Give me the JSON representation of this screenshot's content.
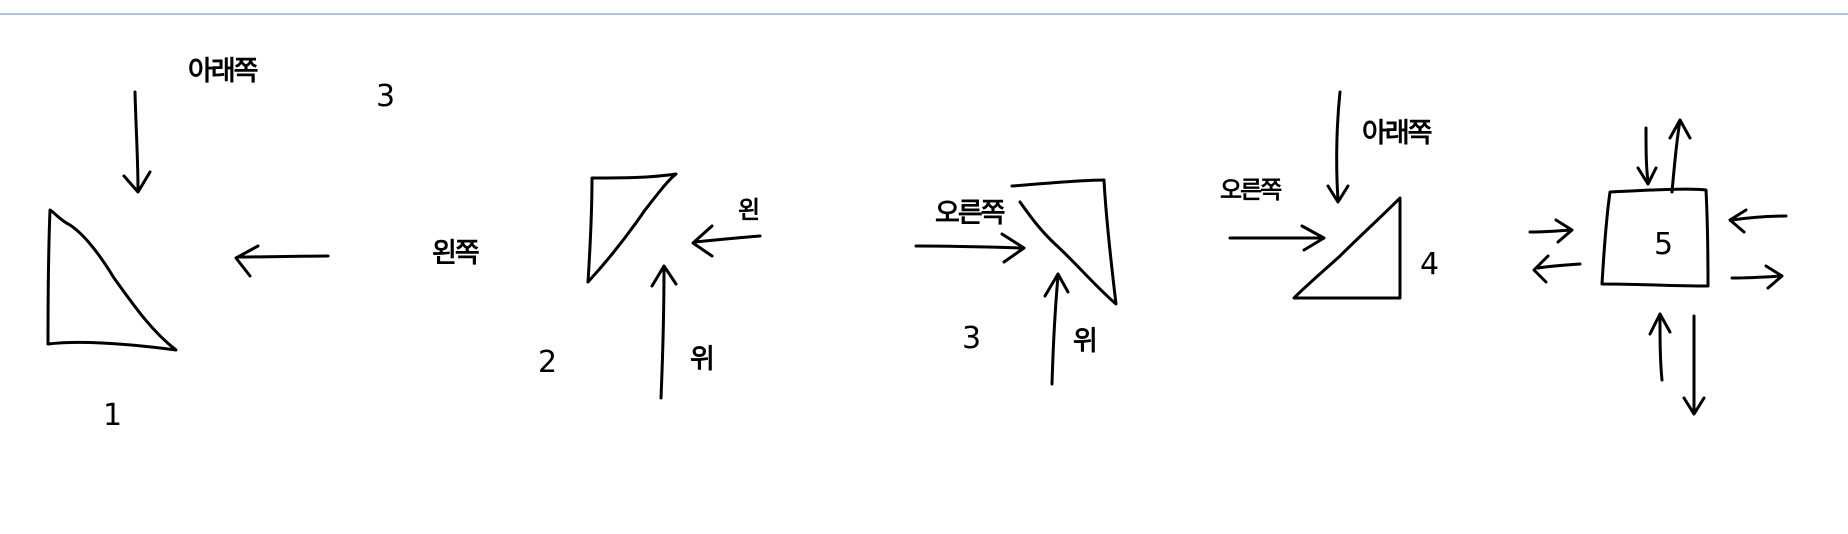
{
  "labels": {
    "down_1": "아래쪽",
    "num_top": "3",
    "left_word": "왼쪽",
    "num_1": "1",
    "left_short": "왼",
    "up_2": "위",
    "num_2": "2",
    "right_word": "오른쪽",
    "up_3": "위",
    "num_3": "3",
    "right_word_2": "오른쪽",
    "down_4": "아래쪽",
    "num_4": "4",
    "num_5": "5"
  },
  "colors": {
    "ink": "#000000",
    "background": "#ffffff",
    "top_border": "#b7c4d6"
  }
}
